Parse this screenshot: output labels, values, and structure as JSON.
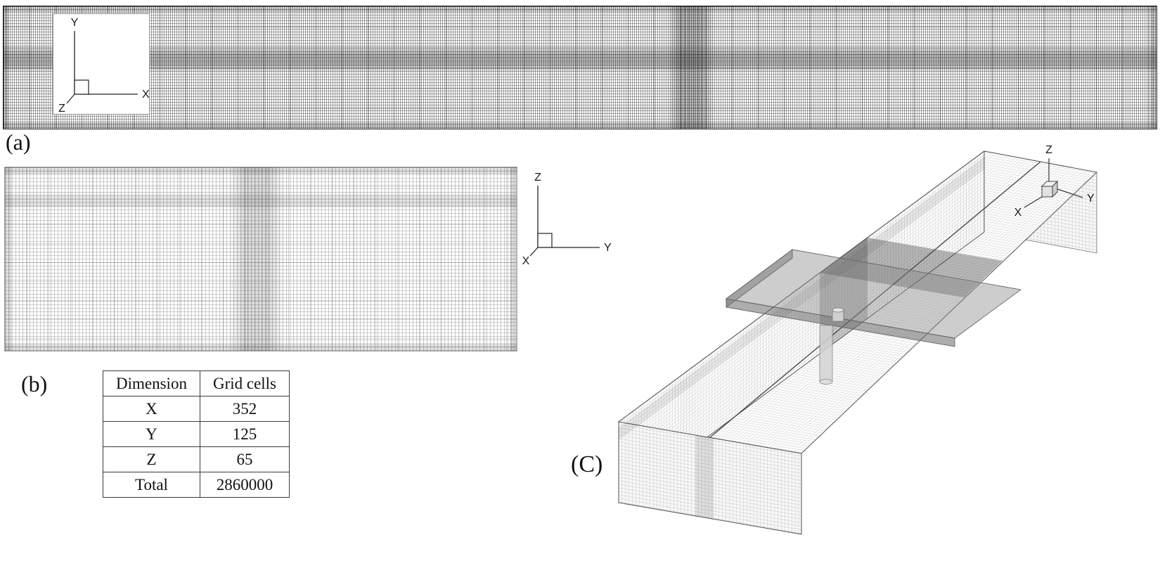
{
  "panels": {
    "a": {
      "label": "(a)",
      "axis": {
        "up": "Y",
        "right": "X",
        "depth": "Z"
      }
    },
    "b": {
      "label": "(b)",
      "axis": {
        "up": "Z",
        "right": "Y",
        "depth": "X"
      }
    },
    "c": {
      "label": "(C)",
      "axis": {
        "up": "Z",
        "right": "Y",
        "depth": "X"
      }
    }
  },
  "table": {
    "headers": [
      "Dimension",
      "Grid cells"
    ],
    "rows": [
      [
        "X",
        "352"
      ],
      [
        "Y",
        "125"
      ],
      [
        "Z",
        "65"
      ],
      [
        "Total",
        "2860000"
      ]
    ]
  },
  "colors": {
    "grid_line": "#8a8a8a",
    "refined_band": "#2e2e2e",
    "plate": "#8f8f8f"
  }
}
